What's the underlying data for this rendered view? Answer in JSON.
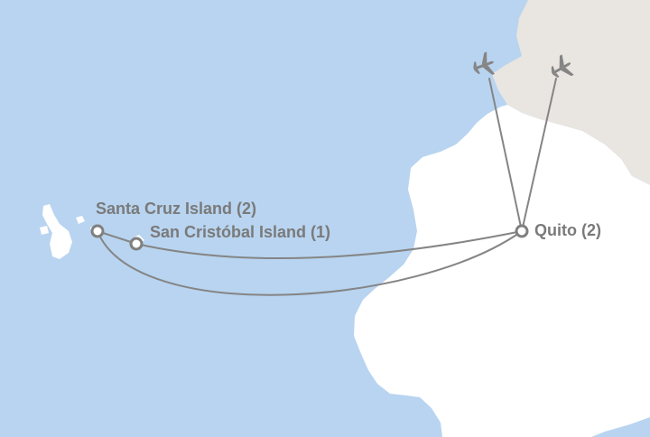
{
  "colors": {
    "sea": "#b8d4f0",
    "land_ecuador": "#ffffff",
    "land_colombia": "#e9e5e0",
    "route": "#858585",
    "label": "#7a7a7a"
  },
  "places": {
    "santa_cruz": {
      "label": "Santa Cruz Island (2)"
    },
    "san_cristobal": {
      "label": "San Cristóbal Island (1)"
    },
    "quito": {
      "label": "Quito (2)"
    }
  },
  "icons": {
    "flight_1": "airplane-icon",
    "flight_2": "airplane-icon"
  }
}
